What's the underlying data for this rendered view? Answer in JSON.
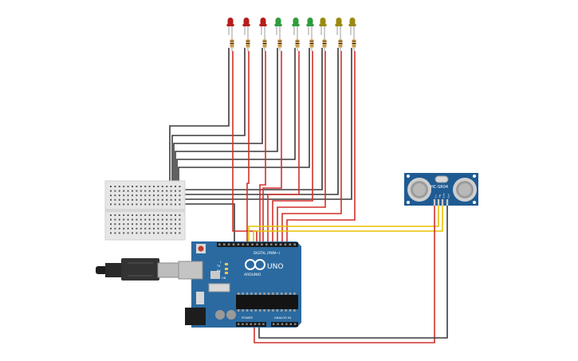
{
  "colors": {
    "background": "#ffffff",
    "board": "#2b6aa0",
    "board_dark": "#1d4f7c",
    "breadboard": "#e6e6e6",
    "sensor_board": "#1f5b93",
    "wire_red": "#d0312d",
    "wire_black": "#3a3a3a",
    "wire_yellow": "#e6c200",
    "led_red": "#b71c1c",
    "led_green": "#2e9d3c",
    "led_yellow": "#9a8a12"
  },
  "leds": [
    {
      "color": "red"
    },
    {
      "color": "red"
    },
    {
      "color": "red"
    },
    {
      "color": "green"
    },
    {
      "color": "green"
    },
    {
      "color": "green"
    },
    {
      "color": "yellow"
    },
    {
      "color": "yellow"
    },
    {
      "color": "yellow"
    }
  ],
  "arduino": {
    "uno_label": "UNO",
    "brand_label": "ARDUINO",
    "digital_label": "DIGITAL (PWM~)",
    "power_label": "POWER",
    "analog_label": "ANALOG IN",
    "tx_label": "TX",
    "rx_label": "RX",
    "l_label": "L",
    "on_label": "ON"
  },
  "sensor": {
    "model_label": "HC-SR04",
    "pin_labels": [
      "Vcc",
      "Trig",
      "Echo",
      "Gnd"
    ]
  },
  "icons": {
    "usb_cable": "usb-cable-icon",
    "infinity_logo": "arduino-logo-icon"
  }
}
